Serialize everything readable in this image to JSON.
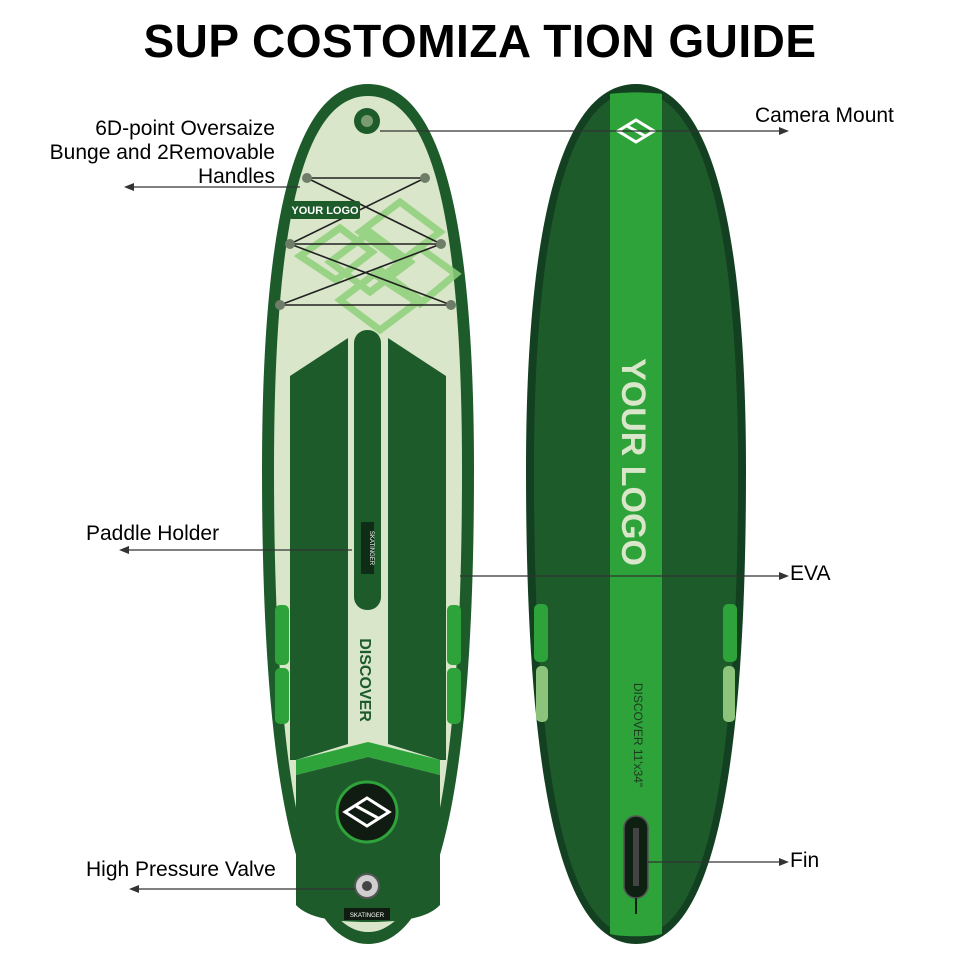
{
  "title": "SUP COSTOMIZA TION GUIDE",
  "labels": {
    "bungee": "6D-point Oversaize\nBunge and 2Removable\nHandles",
    "camera": "Camera Mount",
    "paddle": "Paddle Holder",
    "eva": "EVA",
    "valve": "High Pressure Valve",
    "fin": "Fin"
  },
  "board_text": {
    "deck_logo": "YOUR LOGO",
    "deck_brand": "SKATINGER",
    "deck_model": "DISCOVER",
    "bottom_logo": "YOUR LOGO",
    "bottom_model": "DISCOVER 11'x34\""
  },
  "colors": {
    "dark_green": "#1e5b2b",
    "bright_green": "#2da33a",
    "light_sage": "#d9e6c9",
    "outline": "#134020"
  }
}
